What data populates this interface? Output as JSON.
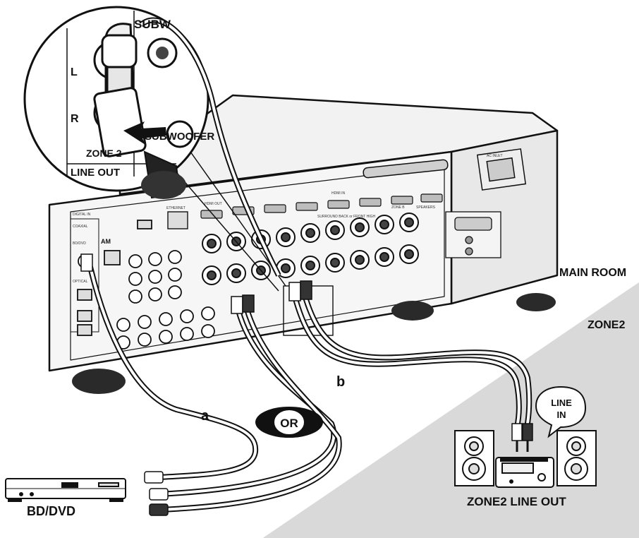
{
  "labels": {
    "main_room": "MAIN ROOM",
    "zone2": "ZONE2",
    "zone2_line_out": "ZONE2 LINE OUT",
    "bd_dvd": "BD/DVD",
    "cable_a": "a",
    "cable_b": "b",
    "or": "OR",
    "line_in_1": "LINE",
    "line_in_2": "IN"
  },
  "zoom": {
    "subwoofer_top": "SUBW",
    "subwoofer_bottom": "SUBWOOFER",
    "channel_l": "L",
    "channel_r": "R",
    "zone2": "ZONE 2",
    "line_out": "LINE OUT"
  },
  "panel": {
    "ac_inlet": "AC INLET",
    "hdmi_out": "HDMI OUT",
    "hdmi_in": "HDMI IN",
    "ethernet": "ETHERNET",
    "speakers": "SPEAKERS",
    "digital_in": "DIGITAL IN",
    "coaxial": "COAXIAL",
    "bd_dvd": "BD/DVD",
    "optical": "OPTICAL",
    "am": "AM",
    "zone_b": "ZONE B",
    "surround_back": "SURROUND BACK or FRONT HIGH"
  },
  "colors": {
    "shadow_zone": "#d9d9d9",
    "ink": "#111111",
    "panel": "#f4f4f4"
  }
}
